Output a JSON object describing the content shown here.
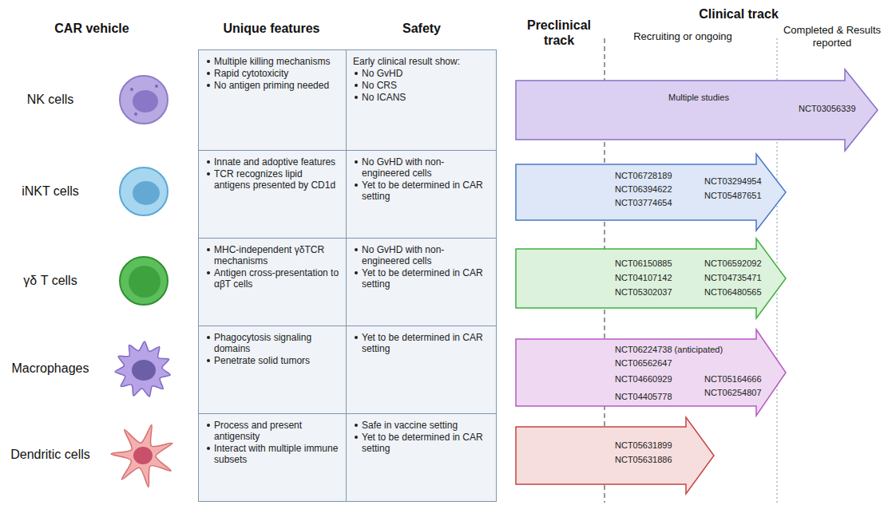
{
  "diagram": {
    "nodes": [
      {
        "text": [
          "Multiple killing mechanisms",
          "Rapid cytotoxicity",
          "No antigen priming needed"
        ]
      },
      {
        "text": [
          "Early clinical result show:",
          "No GvHD",
          "No CRS",
          "No ICANS"
        ]
      },
      {
        "text": [
          "Multiple studies",
          "NCT03056339"
        ]
      },
      {
        "text": [
          "Innate and adoptive features",
          "TCR recognizes lipid antigens presented by CD1d"
        ]
      },
      {
        "text": [
          "No GvHD with non-engineered cells",
          "Yet to be determined in CAR setting"
        ]
      },
      {
        "text": [
          "NCT06728189",
          "NCT06394622",
          "NCT03774654",
          "NCT03294954",
          "NCT05487651"
        ]
      },
      {
        "text": [
          "MHC-independent γδTCR mechanisms",
          "Antigen cross-presentation to αβT cells"
        ]
      },
      {
        "text": [
          "No GvHD with non-engineered cells",
          "Yet to be determined in CAR setting"
        ]
      },
      {
        "text": [
          "NCT06150885",
          "NCT04107142",
          "NCT05302037",
          "NCT06592092",
          "NCT04735471",
          "NCT06480565"
        ]
      },
      {
        "text": [
          "Phagocytosis signaling domains",
          "Penetrate solid tumors"
        ]
      },
      {
        "text": [
          "Yet to be determined in CAR setting"
        ]
      },
      {
        "text": [
          "NCT06224738 (anticipated)",
          "NCT06562647",
          "NCT04660929",
          "NCT05164666",
          "NCT04405778",
          "NCT06254807"
        ]
      },
      {
        "text": [
          "Process and present antigensity",
          "Interact with multiple immune subsets"
        ]
      },
      {
        "text": [
          "Safe in vaccine setting",
          "Yet to be determined in CAR setting"
        ]
      },
      {
        "text": [
          "NCT05631899",
          "NCT05631886"
        ]
      }
    ],
    "labels": [
      "CAR vehicle",
      "Unique features",
      "Safety",
      "Preclinical track",
      "Clinical track",
      "Recruiting or ongoing",
      "Completed & Results reported",
      "NK cells",
      "iNKT cells",
      "γδ T cells",
      "Macrophages",
      "Dendritic cells"
    ]
  }
}
